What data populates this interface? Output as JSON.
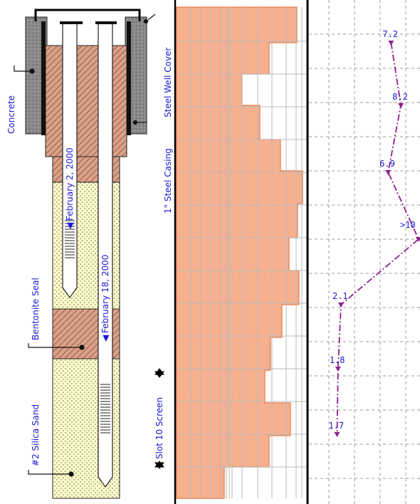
{
  "well": {
    "labels": {
      "concrete": "Concrete",
      "steel_well_cover": "Steel Well Cover",
      "steel_casing": "1\" Steel Casing",
      "bentonite_seal": "Bentonite Seal",
      "silica_sand": "#2 Silica Sand",
      "slot_screen": "Slot 10 Screen"
    },
    "water_levels": [
      {
        "text": "February 2, 2000"
      },
      {
        "text": "February 18, 2000"
      }
    ]
  },
  "colors": {
    "hatch": "#c98a6e",
    "sand": "#fffcc8",
    "concrete": "#8a8a8a",
    "bar_fill": "#f7b08e",
    "bar_edge": "#e87a45",
    "grid": "#b9b9b9",
    "profile_line": "#8e1f8e",
    "label_blue": "#1a1ad6"
  },
  "chart_data": {
    "type": "line",
    "points": [
      {
        "label": "7.2",
        "value": 7.2
      },
      {
        "label": "8.2",
        "value": 8.2
      },
      {
        "label": "6.9",
        "value": 6.9
      },
      {
        "label": ">10",
        "value": 10
      },
      {
        "label": "2.1",
        "value": 2.1
      },
      {
        "label": "1.8",
        "value": 1.8
      },
      {
        "label": "1.7",
        "value": 1.7
      }
    ],
    "grid": true,
    "legend": "none"
  }
}
